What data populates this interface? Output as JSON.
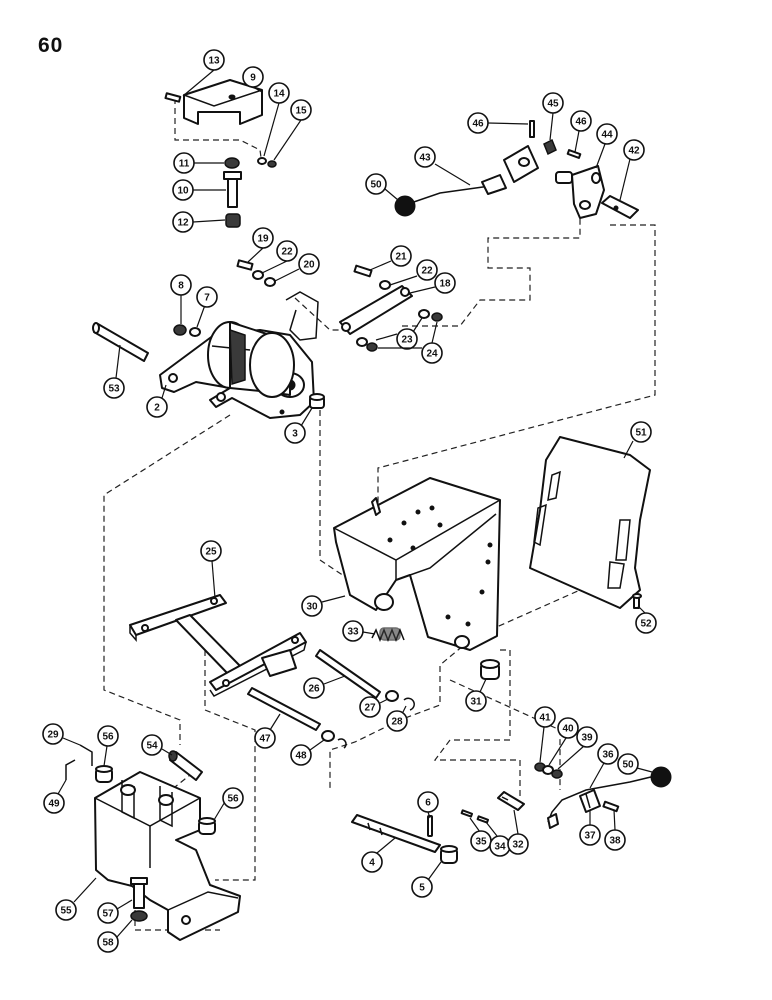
{
  "page_number": "60",
  "callouts": [
    {
      "id": "c13",
      "label": "13"
    },
    {
      "id": "c9",
      "label": "9"
    },
    {
      "id": "c14",
      "label": "14"
    },
    {
      "id": "c15",
      "label": "15"
    },
    {
      "id": "c11",
      "label": "11"
    },
    {
      "id": "c10",
      "label": "10"
    },
    {
      "id": "c12",
      "label": "12"
    },
    {
      "id": "c19",
      "label": "19"
    },
    {
      "id": "c22a",
      "label": "22"
    },
    {
      "id": "c20",
      "label": "20"
    },
    {
      "id": "c8",
      "label": "8"
    },
    {
      "id": "c7",
      "label": "7"
    },
    {
      "id": "c53",
      "label": "53"
    },
    {
      "id": "c2",
      "label": "2"
    },
    {
      "id": "c3",
      "label": "3"
    },
    {
      "id": "c21",
      "label": "21"
    },
    {
      "id": "c22b",
      "label": "22"
    },
    {
      "id": "c18",
      "label": "18"
    },
    {
      "id": "c23",
      "label": "23"
    },
    {
      "id": "c24",
      "label": "24"
    },
    {
      "id": "c46a",
      "label": "46"
    },
    {
      "id": "c45",
      "label": "45"
    },
    {
      "id": "c46b",
      "label": "46"
    },
    {
      "id": "c44",
      "label": "44"
    },
    {
      "id": "c42",
      "label": "42"
    },
    {
      "id": "c43",
      "label": "43"
    },
    {
      "id": "c50a",
      "label": "50"
    },
    {
      "id": "c51",
      "label": "51"
    },
    {
      "id": "c52",
      "label": "52"
    },
    {
      "id": "c25",
      "label": "25"
    },
    {
      "id": "c30",
      "label": "30"
    },
    {
      "id": "c33",
      "label": "33"
    },
    {
      "id": "c26",
      "label": "26"
    },
    {
      "id": "c27",
      "label": "27"
    },
    {
      "id": "c28",
      "label": "28"
    },
    {
      "id": "c31",
      "label": "31"
    },
    {
      "id": "c47",
      "label": "47"
    },
    {
      "id": "c48",
      "label": "48"
    },
    {
      "id": "c29",
      "label": "29"
    },
    {
      "id": "c56a",
      "label": "56"
    },
    {
      "id": "c54",
      "label": "54"
    },
    {
      "id": "c49",
      "label": "49"
    },
    {
      "id": "c56b",
      "label": "56"
    },
    {
      "id": "c55",
      "label": "55"
    },
    {
      "id": "c57",
      "label": "57"
    },
    {
      "id": "c58",
      "label": "58"
    },
    {
      "id": "c6",
      "label": "6"
    },
    {
      "id": "c4",
      "label": "4"
    },
    {
      "id": "c5",
      "label": "5"
    },
    {
      "id": "c35",
      "label": "35"
    },
    {
      "id": "c34",
      "label": "34"
    },
    {
      "id": "c32",
      "label": "32"
    },
    {
      "id": "c41",
      "label": "41"
    },
    {
      "id": "c40",
      "label": "40"
    },
    {
      "id": "c39",
      "label": "39"
    },
    {
      "id": "c36",
      "label": "36"
    },
    {
      "id": "c50b",
      "label": "50"
    },
    {
      "id": "c37",
      "label": "37"
    },
    {
      "id": "c38",
      "label": "38"
    }
  ]
}
